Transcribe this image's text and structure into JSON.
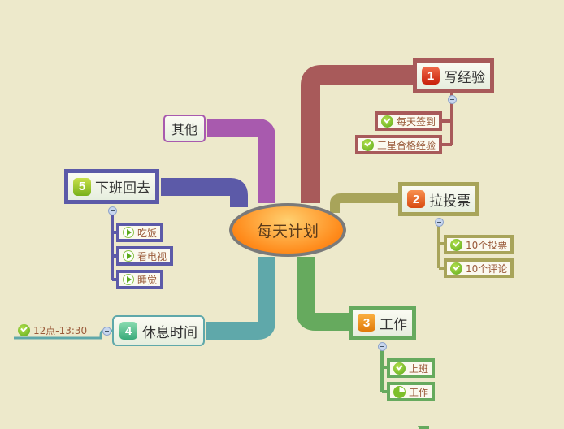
{
  "center": {
    "label": "每天计划"
  },
  "branches": [
    {
      "number": "1",
      "label": "写经验",
      "color": "#a85a5a",
      "children": [
        "每天签到",
        "三星合格经验"
      ]
    },
    {
      "number": "2",
      "label": "拉投票",
      "color": "#a8a45a",
      "children": [
        "10个投票",
        "10个评论"
      ]
    },
    {
      "number": "3",
      "label": "工作",
      "color": "#66aa5e",
      "children": [
        "上班",
        "工作"
      ]
    },
    {
      "number": "4",
      "label": "休息时间",
      "color": "#5fa8aa",
      "children": [
        "12点-13:30"
      ]
    },
    {
      "number": "5",
      "label": "下班回去",
      "color": "#5c5aa8",
      "children": [
        "吃饭",
        "看电视",
        "睡觉"
      ]
    }
  ],
  "other": {
    "label": "其他",
    "color": "#a85aae"
  },
  "icons": {
    "collapse": "minus-circle-icon",
    "check": "check-circle-icon",
    "play": "play-icon",
    "progress": "pie-progress-icon"
  }
}
